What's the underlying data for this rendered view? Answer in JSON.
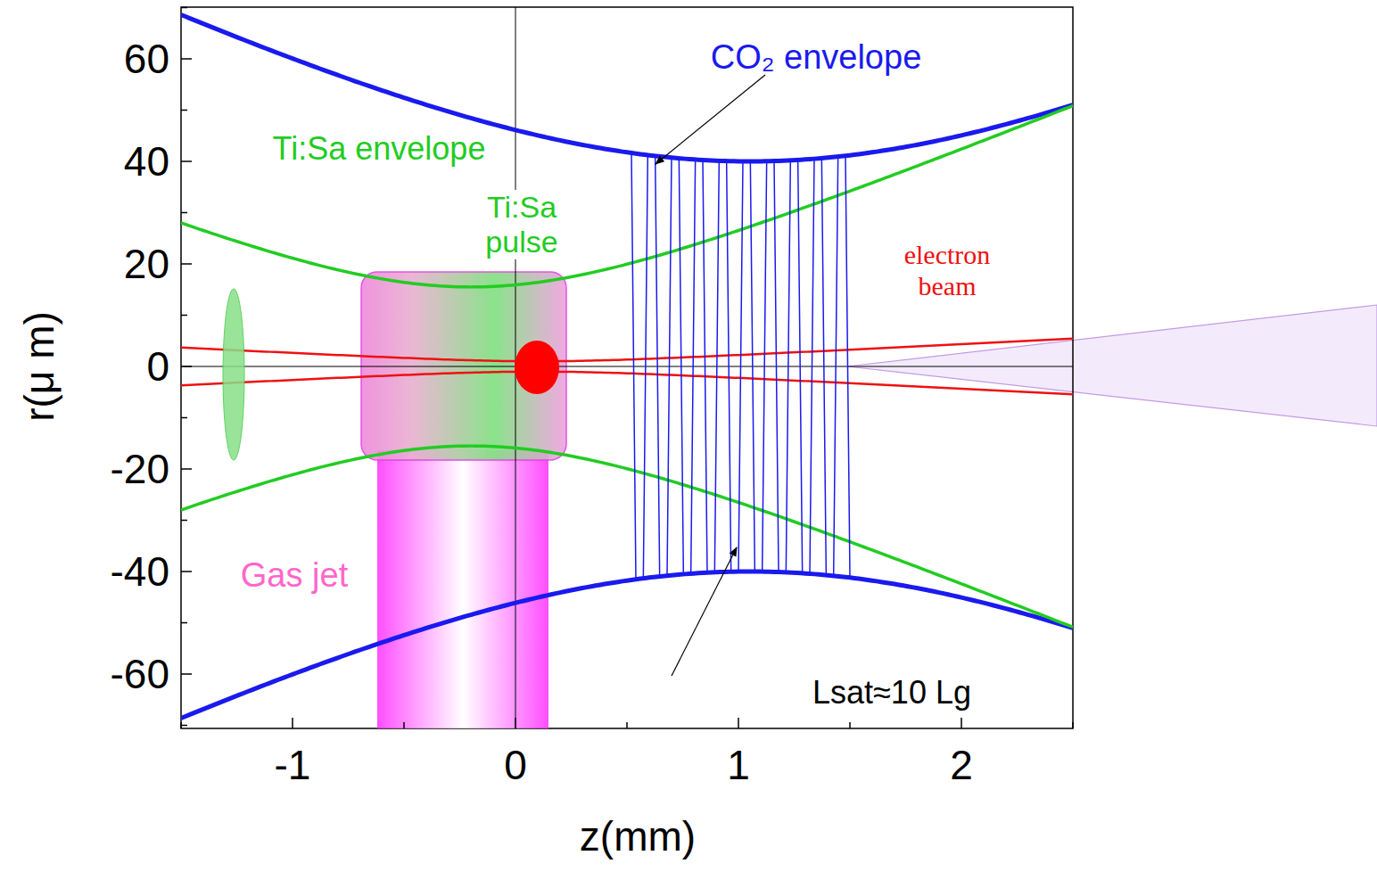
{
  "diagram": {
    "labels": [
      "CO₂ envelope",
      "Ti:Sa envelope",
      "Ti:Sa pulse",
      "electron beam",
      "Gas jet",
      "Lsat≈10 Lg",
      "60",
      "40",
      "20",
      "0",
      "-20",
      "-40",
      "-60",
      "-1",
      "0",
      "1",
      "2",
      "r(μ m)",
      "z(mm)"
    ]
  }
}
